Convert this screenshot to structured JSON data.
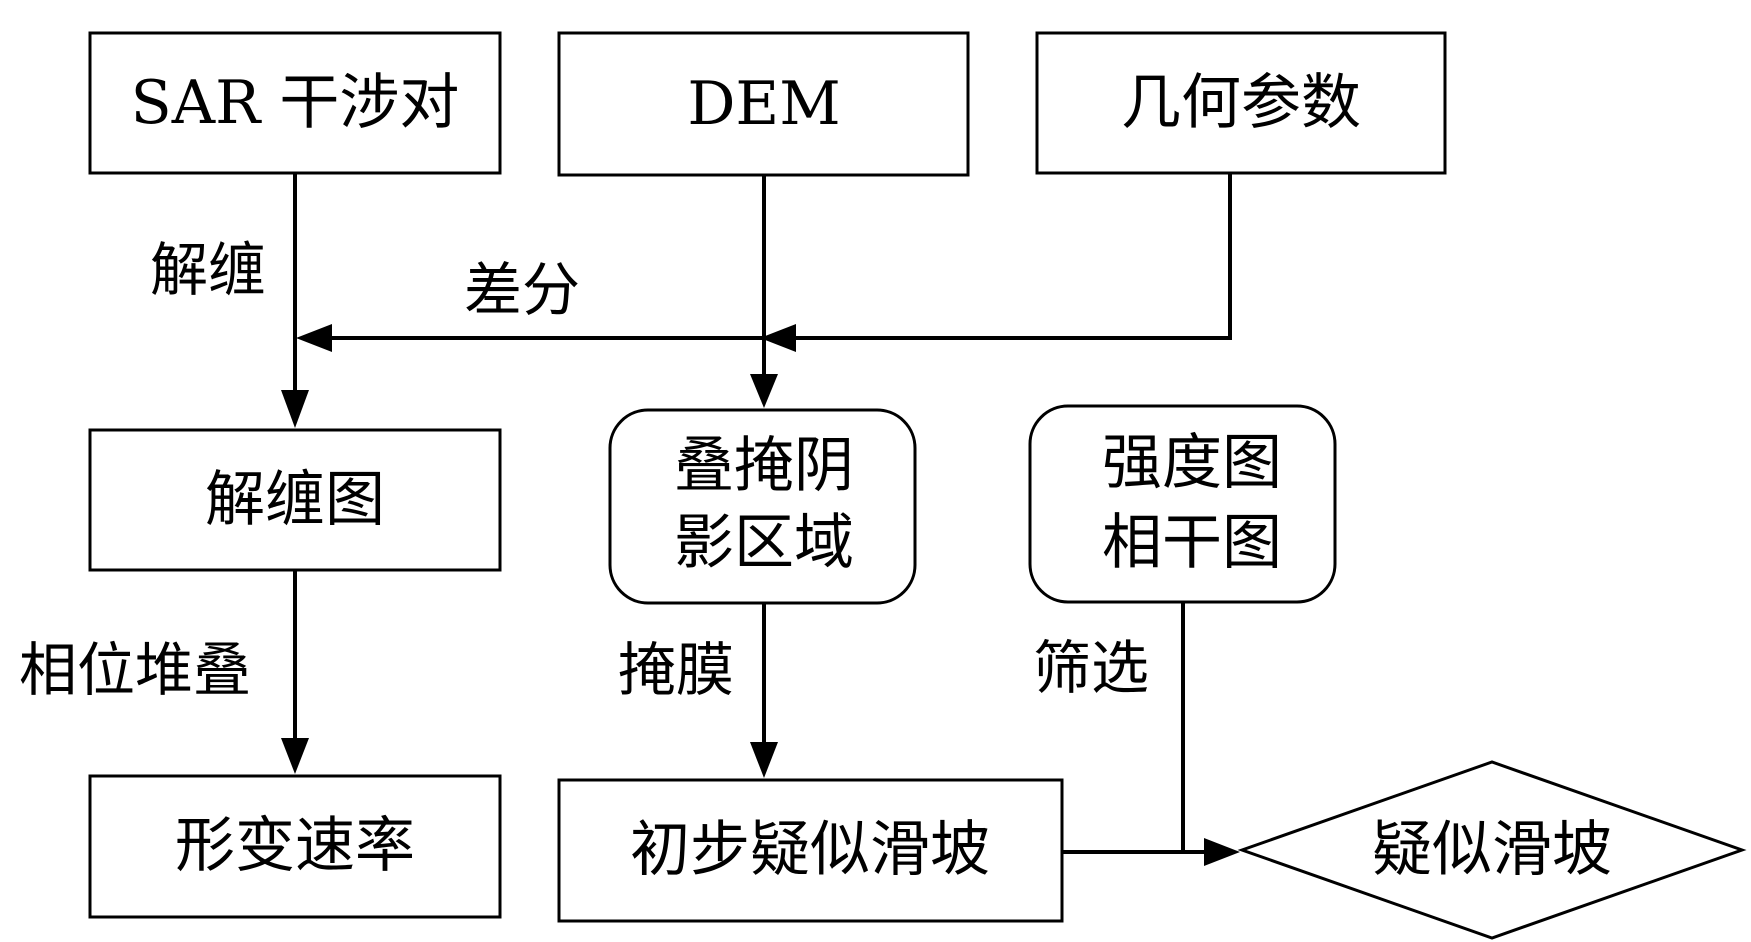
{
  "diagram": {
    "nodes": {
      "sar_pair": {
        "label": "SAR 干涉对",
        "shape": "rectangle"
      },
      "dem": {
        "label": "DEM",
        "shape": "rectangle"
      },
      "geometry_params": {
        "label": "几何参数",
        "shape": "rectangle"
      },
      "unwrapped_map": {
        "label": "解缠图",
        "shape": "rectangle"
      },
      "layover_shadow": {
        "label_line1": "叠掩阴",
        "label_line2": "影区域",
        "shape": "rounded-rectangle"
      },
      "intensity_coherence": {
        "label_line1": "强度图",
        "label_line2": "相干图",
        "shape": "rounded-rectangle"
      },
      "deformation_rate": {
        "label": "形变速率",
        "shape": "rectangle"
      },
      "initial_suspected": {
        "label": "初步疑似滑坡",
        "shape": "rectangle"
      },
      "suspected_landslide": {
        "label": "疑似滑坡",
        "shape": "diamond"
      }
    },
    "edge_labels": {
      "unwrap": "解缠",
      "difference": "差分",
      "phase_stacking": "相位堆叠",
      "mask": "掩膜",
      "filter": "筛选"
    },
    "edges": [
      {
        "from": "sar_pair",
        "to": "unwrapped_map",
        "label": "解缠"
      },
      {
        "from": "dem",
        "to": "unwrapped_map",
        "label": "差分"
      },
      {
        "from": "geometry_params",
        "to": "unwrapped_map",
        "label": "差分"
      },
      {
        "from": "dem",
        "to": "layover_shadow"
      },
      {
        "from": "unwrapped_map",
        "to": "deformation_rate",
        "label": "相位堆叠"
      },
      {
        "from": "layover_shadow",
        "to": "initial_suspected",
        "label": "掩膜"
      },
      {
        "from": "initial_suspected",
        "to": "suspected_landslide"
      },
      {
        "from": "intensity_coherence",
        "to": "suspected_landslide",
        "label": "筛选"
      }
    ]
  }
}
